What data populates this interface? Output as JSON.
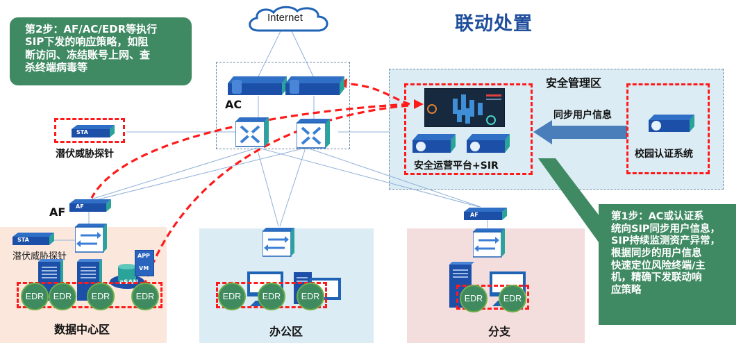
{
  "title": "联动处置",
  "internet_label": "Internet",
  "step2_callout": [
    "第2步：AF/AC/EDR等执行",
    "SIP下发的响应策略，如阻",
    "断访问、冻结账号上网、查",
    "杀终端病毒等"
  ],
  "step1_callout": [
    "第1步：AC或认证系",
    "统向SIP同步用户信息，",
    "SIP持续监测资产异常，",
    "根据同步的用户信息",
    "快速定位风险终端/主",
    "机，精确下发联动响",
    "应策略"
  ],
  "labels": {
    "ac": "AC",
    "af": "AF",
    "sta_probe_top": "潜伏威胁探针",
    "sta_probe_dc": "潜伏威胁探针",
    "security_zone": "安全管理区",
    "sync_user_info": "同步用户信息",
    "sip_platform": "安全运营平台+SIR",
    "campus_auth": "校园认证系统",
    "datacenter": "数据中心区",
    "office": "办公区",
    "branch": "分支"
  },
  "device_text": {
    "sta": "STA",
    "af": "AF",
    "app": "APP",
    "vm": "VM",
    "asan": "aSAN",
    "edr": "EDR"
  },
  "colors": {
    "title_blue": "#1f4e9c",
    "callout_green": "#3f8a63",
    "highlight_red": "#ff1a1a",
    "sync_arrow": "#4a7ebb",
    "security_zone_bg": "#dbecf4",
    "datacenter_bg": "#fbe7dc",
    "office_bg": "#dbecf4",
    "branch_bg": "#f3dedd"
  }
}
